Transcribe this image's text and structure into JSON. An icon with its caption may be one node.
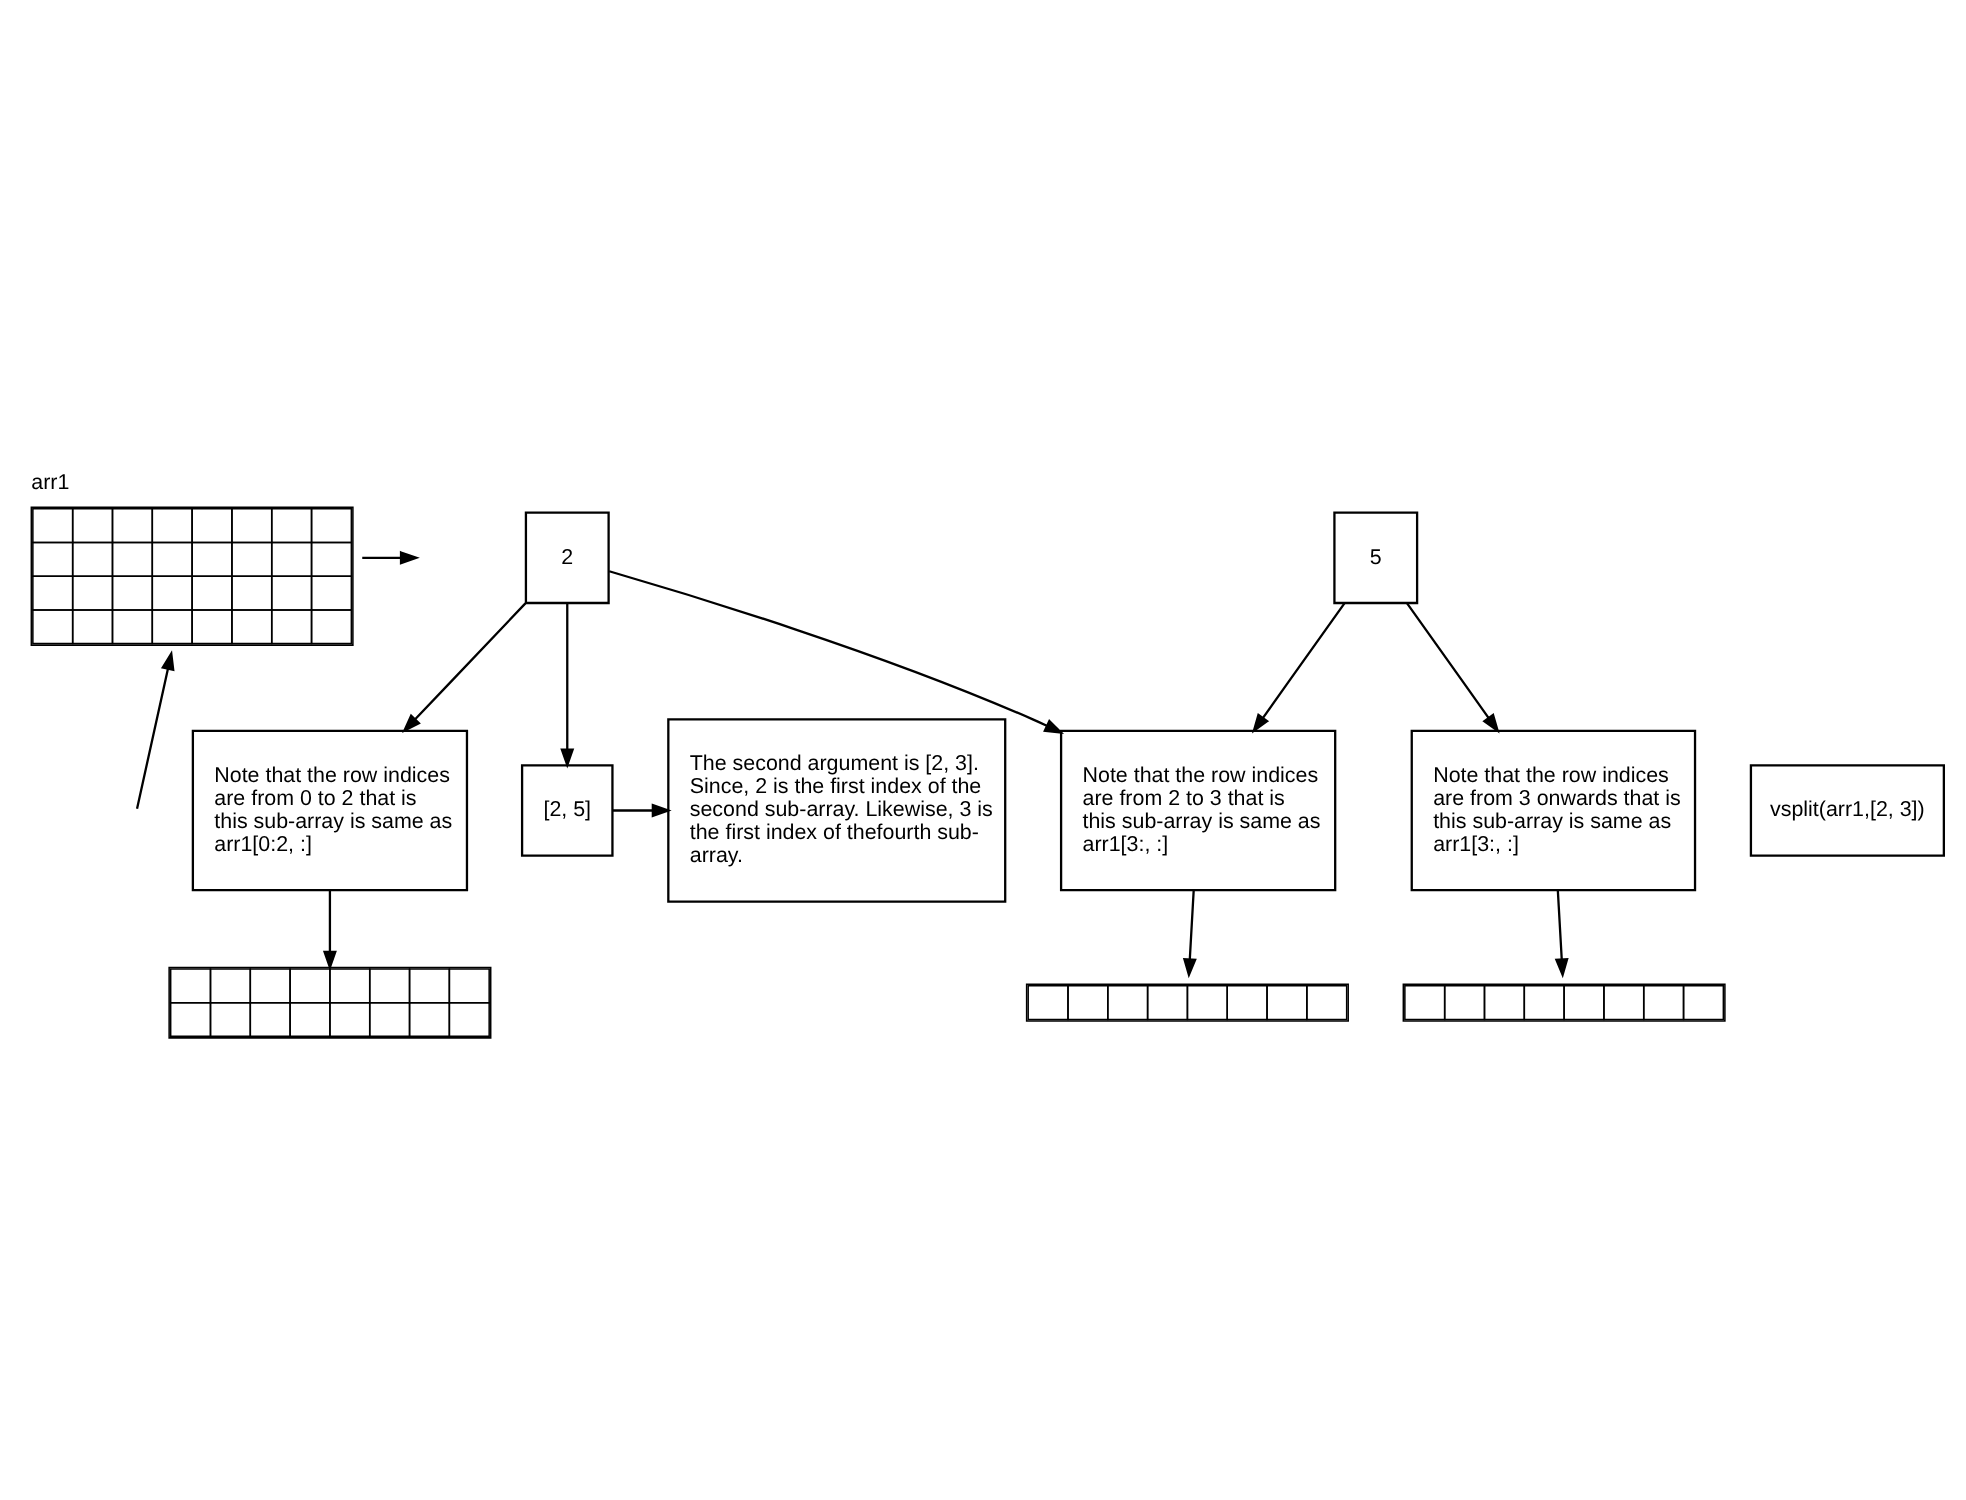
{
  "diagram": {
    "nodes": [
      {
        "text": [
          "arr1"
        ]
      },
      {
        "text": [],
        "shape": "grid"
      },
      {
        "text": [],
        "shape": "grid"
      },
      {
        "text": [],
        "shape": "grid"
      },
      {
        "text": [
          "Note that the row indices are from 3 onwards that is this sub-array is same as arr1[3:, :]"
        ]
      },
      {
        "text": [
          "vsplit(arr1,[2, 3])"
        ]
      },
      {
        "text": [
          "Note that the row indices are from 0 to 2 that is this sub-array is same as arr1[0:2, :]"
        ]
      },
      {
        "text": [
          "Note that the row indices are from 2 to 3 that is this sub-array is same as arr1[3:, :]"
        ]
      },
      {
        "text": [
          "2"
        ]
      },
      {
        "text": [
          "5"
        ]
      },
      {
        "text": [
          "[2, 5]"
        ]
      },
      {
        "text": [
          "The second argument is [2, 3]. Since, 2 is the first index of the second sub-array. Likewise, 3 is the first index of thefourth sub-array."
        ]
      }
    ],
    "edges": [
      {
        "from": null,
        "to": 0,
        "arrow": "to"
      },
      {
        "from": 0,
        "to": null,
        "arrow": "to"
      },
      {
        "from": 6,
        "to": 1,
        "arrow": "to"
      },
      {
        "from": 7,
        "to": 2,
        "arrow": "to"
      },
      {
        "from": 4,
        "to": 3,
        "arrow": "to"
      },
      {
        "from": 8,
        "to": 6,
        "arrow": "to"
      },
      {
        "from": 8,
        "to": 7,
        "arrow": "to"
      },
      {
        "from": 9,
        "to": 7,
        "arrow": "to"
      },
      {
        "from": 9,
        "to": 4,
        "arrow": "to"
      },
      {
        "from": 8,
        "to": 10,
        "arrow": "to"
      },
      {
        "from": 10,
        "to": 11,
        "arrow": "to"
      }
    ]
  }
}
